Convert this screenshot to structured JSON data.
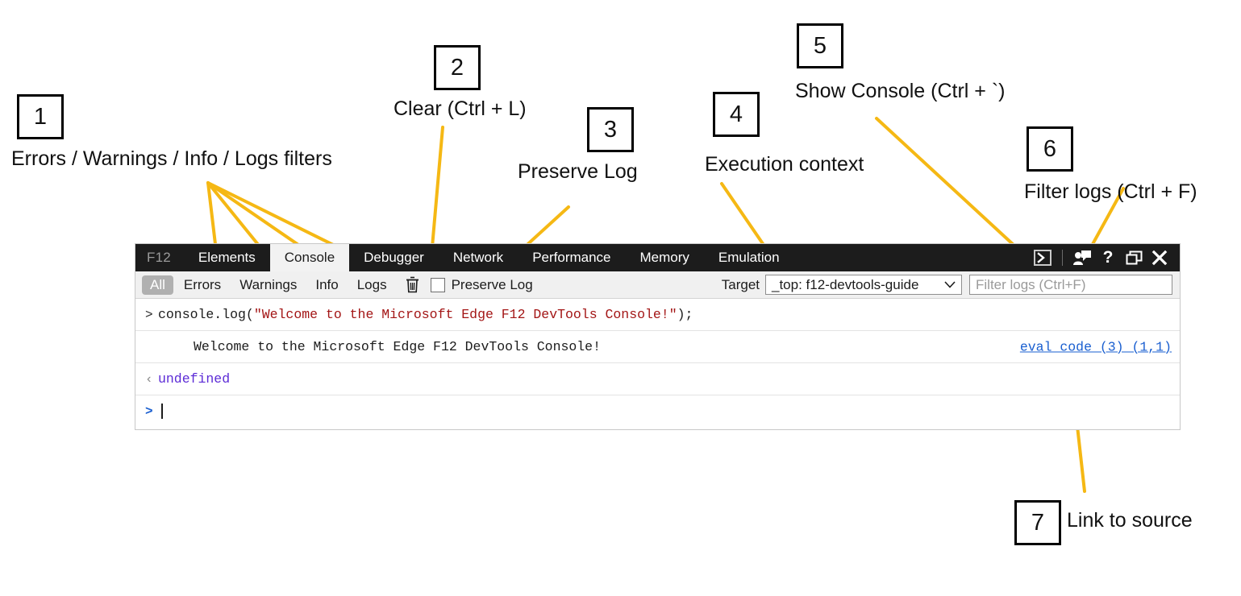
{
  "panel": {
    "tabbar": {
      "brand": "F12",
      "tabs": [
        {
          "label": "Elements",
          "selected": false
        },
        {
          "label": "Console",
          "selected": true
        },
        {
          "label": "Debugger",
          "selected": false
        },
        {
          "label": "Network",
          "selected": false
        },
        {
          "label": "Performance",
          "selected": false
        },
        {
          "label": "Memory",
          "selected": false
        },
        {
          "label": "Emulation",
          "selected": false
        }
      ],
      "icons": [
        {
          "name": "show-console-icon",
          "glyph": "❯"
        },
        {
          "name": "feedback-icon",
          "glyph": "🗩"
        },
        {
          "name": "help-icon",
          "glyph": "?"
        },
        {
          "name": "undock-icon",
          "glyph": "❐"
        },
        {
          "name": "close-icon",
          "glyph": "✕"
        }
      ]
    },
    "filterbar": {
      "filters": [
        {
          "label": "All",
          "active": true
        },
        {
          "label": "Errors",
          "active": false
        },
        {
          "label": "Warnings",
          "active": false
        },
        {
          "label": "Info",
          "active": false
        },
        {
          "label": "Logs",
          "active": false
        }
      ],
      "clear_icon": "trash-icon",
      "preserve_log_label": "Preserve Log",
      "preserve_log_checked": false,
      "target_label": "Target",
      "target_value": "_top: f12-devtools-guide",
      "filter_placeholder": "Filter logs (Ctrl+F)",
      "filter_value": ""
    },
    "console": {
      "rows": [
        {
          "type": "input",
          "gutter": ">",
          "code_prefix": "console.log(",
          "code_string": "\"Welcome to the Microsoft Edge F12 DevTools Console!\"",
          "code_suffix": ");",
          "source_link": ""
        },
        {
          "type": "output",
          "gutter": "",
          "text": "Welcome to the Microsoft Edge F12 DevTools Console!",
          "source_link": "eval code (3) (1,1)"
        },
        {
          "type": "result",
          "gutter": "‹",
          "text": "undefined",
          "source_link": ""
        },
        {
          "type": "prompt",
          "gutter": ">",
          "text": "",
          "source_link": ""
        }
      ]
    }
  },
  "annotations": {
    "accent_color": "#F5B814",
    "items": [
      {
        "number": "1",
        "label": "Errors / Warnings / Info / Logs filters"
      },
      {
        "number": "2",
        "label": "Clear (Ctrl + L)"
      },
      {
        "number": "3",
        "label": "Preserve Log"
      },
      {
        "number": "4",
        "label": "Execution context"
      },
      {
        "number": "5",
        "label": "Show Console (Ctrl + `)"
      },
      {
        "number": "6",
        "label": "Filter logs (Ctrl + F)"
      },
      {
        "number": "7",
        "label": "Link to source"
      }
    ]
  }
}
